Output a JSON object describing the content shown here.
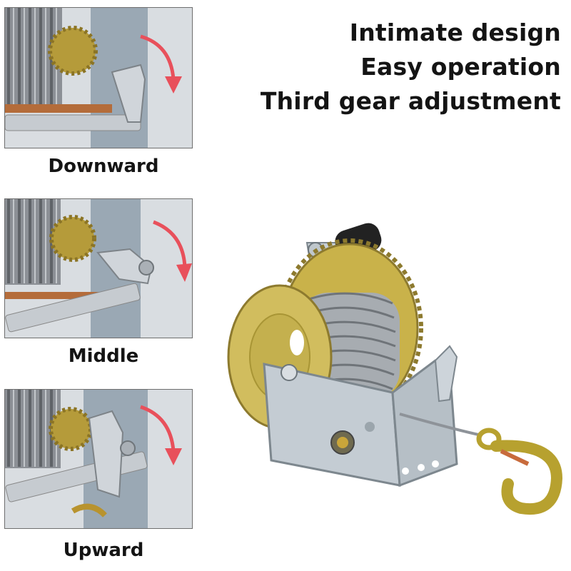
{
  "headlines": [
    "Intimate design",
    "Easy operation",
    "Third gear adjustment"
  ],
  "positions": [
    {
      "label": "Downward",
      "arrow_color": "#e8505b"
    },
    {
      "label": "Middle",
      "arrow_color": "#e8505b"
    },
    {
      "label": "Upward",
      "arrow_color": "#e8505b"
    }
  ],
  "colors": {
    "arrow": "#e8505b",
    "text": "#141414",
    "hook": "#b7a12f",
    "plate": "#c9d2d8"
  }
}
